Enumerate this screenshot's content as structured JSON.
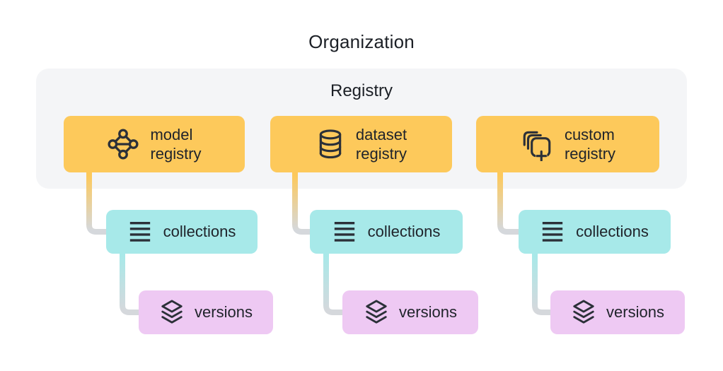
{
  "title": "Organization",
  "registry": {
    "label": "Registry",
    "nodes": [
      {
        "label_line1": "model",
        "label_line2": "registry",
        "icon": "model-graph-icon"
      },
      {
        "label_line1": "dataset",
        "label_line2": "registry",
        "icon": "database-icon"
      },
      {
        "label_line1": "custom",
        "label_line2": "registry",
        "icon": "copy-add-icon"
      }
    ]
  },
  "columns": [
    {
      "collections": {
        "label": "collections",
        "icon": "list-icon"
      },
      "versions": {
        "label": "versions",
        "icon": "stack-icon"
      }
    },
    {
      "collections": {
        "label": "collections",
        "icon": "list-icon"
      },
      "versions": {
        "label": "versions",
        "icon": "stack-icon"
      }
    },
    {
      "collections": {
        "label": "collections",
        "icon": "list-icon"
      },
      "versions": {
        "label": "versions",
        "icon": "stack-icon"
      }
    }
  ],
  "colors": {
    "background": "#ffffff",
    "container_bg": "#f4f5f7",
    "registry_node": "#fdc95b",
    "collections_node": "#a7e9e9",
    "versions_node": "#eec9f3",
    "text_dark": "#20242b",
    "icon_dark": "#2b3038",
    "connector_gray": "#d5d8dc"
  }
}
